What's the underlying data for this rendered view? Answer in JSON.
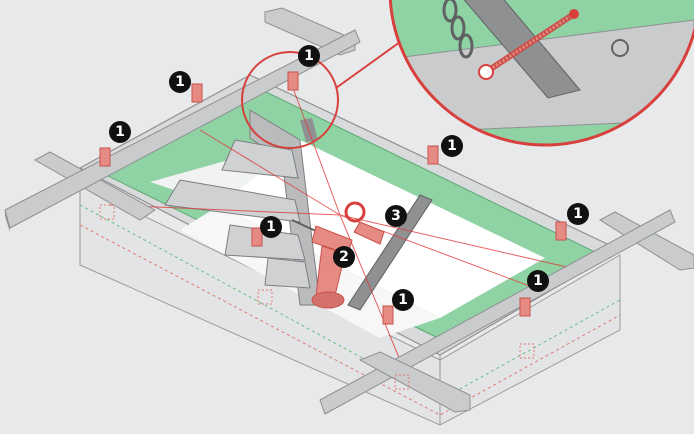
{
  "colors": {
    "background": "#e8e9ea",
    "frame_green": "#8fd3a4",
    "timber": "#c9cbcc",
    "timber_dark": "#8e9092",
    "lining_white": "#ffffff",
    "bracket": "#e58b84",
    "bracket_dark": "#c9514a",
    "laser_line": "#e03a3a",
    "badge": "#111111",
    "badge_text": "#ffffff",
    "detail_ring": "#d7403d"
  },
  "badges": [
    {
      "id": "badge-1a",
      "label": "1"
    },
    {
      "id": "badge-1b",
      "label": "1"
    },
    {
      "id": "badge-1c",
      "label": "1"
    },
    {
      "id": "badge-1d",
      "label": "1"
    },
    {
      "id": "badge-1e",
      "label": "1"
    },
    {
      "id": "badge-1f",
      "label": "1"
    },
    {
      "id": "badge-1g",
      "label": "1"
    },
    {
      "id": "badge-1h",
      "label": "1"
    },
    {
      "id": "badge-2",
      "label": "2"
    },
    {
      "id": "badge-3",
      "label": "3"
    }
  ],
  "icons": {
    "drill": "drill-icon",
    "wrench": "wrench-icon",
    "detail": "magnifier-detail-icon"
  }
}
